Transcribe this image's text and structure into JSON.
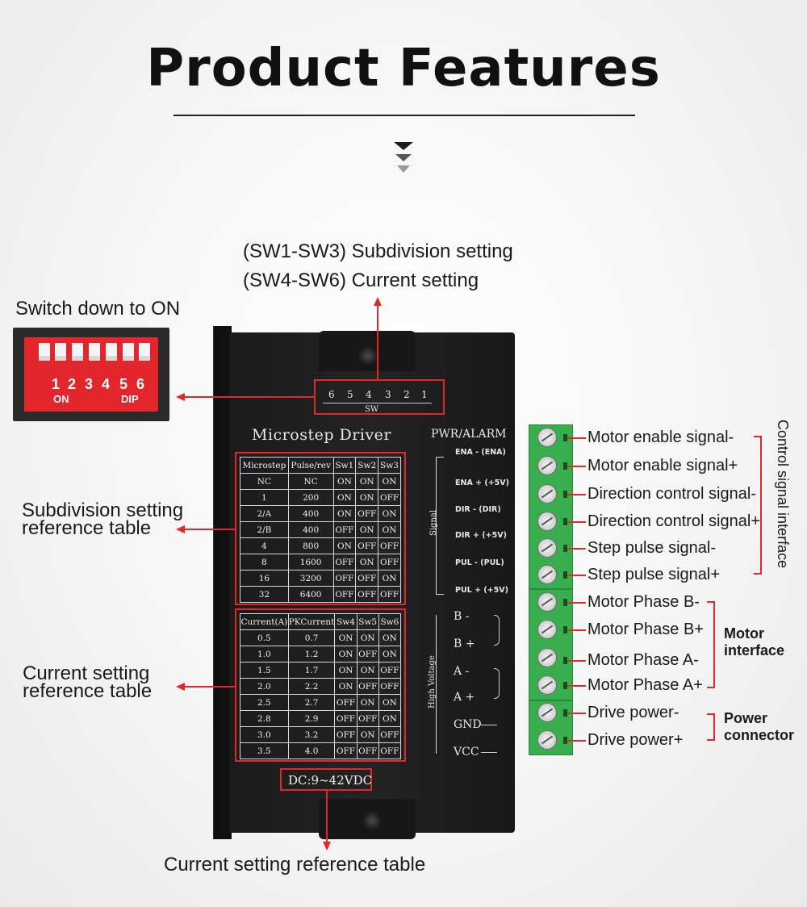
{
  "title": "Product Features",
  "annotations": {
    "subdivision_setting": "(SW1-SW3) Subdivision setting",
    "current_setting": "(SW4-SW6) Current setting",
    "switch_down": "Switch down to ON",
    "subdiv_ref_1": "Subdivision setting",
    "subdiv_ref_2": "reference table",
    "current_ref_1": "Current setting",
    "current_ref_2": "reference table",
    "bottom_label": "Current setting reference table"
  },
  "dip_switch": {
    "numbers": [
      "1",
      "2",
      "3",
      "4",
      "5",
      "6"
    ],
    "on_label": "ON",
    "dip_label": "DIP",
    "colors": {
      "housing": "#e3262c",
      "frame": "#2a2a2a"
    }
  },
  "driver": {
    "sw_numbers": [
      "6",
      "5",
      "4",
      "3",
      "2",
      "1"
    ],
    "sw_label": "SW",
    "name": "Microstep Driver",
    "pwr_alarm": "PWR/ALARM",
    "signal_group": "Signal",
    "hv_group": "High Voltage",
    "power_spec": "DC:9~42VDC",
    "signal_terminals": [
      "ENA - (ENA)",
      "ENA + (+5V)",
      "DIR - (DIR)",
      "DIR + (+5V)",
      "PUL - (PUL)",
      "PUL + (+5V)"
    ],
    "hv_terminals": [
      "B -",
      "B +",
      "A -",
      "A +",
      "GND",
      "VCC"
    ]
  },
  "microstep_table": {
    "headers": [
      "Microstep",
      "Pulse/rev",
      "Sw1",
      "Sw2",
      "Sw3"
    ],
    "rows": [
      [
        "NC",
        "NC",
        "ON",
        "ON",
        "ON"
      ],
      [
        "1",
        "200",
        "ON",
        "ON",
        "OFF"
      ],
      [
        "2/A",
        "400",
        "ON",
        "OFF",
        "ON"
      ],
      [
        "2/B",
        "400",
        "OFF",
        "ON",
        "ON"
      ],
      [
        "4",
        "800",
        "ON",
        "OFF",
        "OFF"
      ],
      [
        "8",
        "1600",
        "OFF",
        "ON",
        "OFF"
      ],
      [
        "16",
        "3200",
        "OFF",
        "OFF",
        "ON"
      ],
      [
        "32",
        "6400",
        "OFF",
        "OFF",
        "OFF"
      ]
    ]
  },
  "current_table": {
    "headers": [
      "Current(A)",
      "PKCurrent",
      "Sw4",
      "Sw5",
      "Sw6"
    ],
    "rows": [
      [
        "0.5",
        "0.7",
        "ON",
        "ON",
        "ON"
      ],
      [
        "1.0",
        "1.2",
        "ON",
        "OFF",
        "ON"
      ],
      [
        "1.5",
        "1.7",
        "ON",
        "ON",
        "OFF"
      ],
      [
        "2.0",
        "2.2",
        "ON",
        "OFF",
        "OFF"
      ],
      [
        "2.5",
        "2.7",
        "OFF",
        "ON",
        "ON"
      ],
      [
        "2.8",
        "2.9",
        "OFF",
        "OFF",
        "ON"
      ],
      [
        "3.0",
        "3.2",
        "OFF",
        "ON",
        "OFF"
      ],
      [
        "3.5",
        "4.0",
        "OFF",
        "OFF",
        "OFF"
      ]
    ]
  },
  "terminals": [
    "Motor enable signal-",
    "Motor enable signal+",
    "Direction control signal-",
    "Direction control signal+",
    "Step pulse signal-",
    "Step pulse signal+",
    "Motor Phase B-",
    "Motor Phase B+",
    "Motor Phase A-",
    "Motor Phase A+",
    "Drive power-",
    "Drive power+"
  ],
  "groups": {
    "control": "Control signal interface",
    "motor_1": "Motor",
    "motor_2": "interface",
    "power_1": "Power",
    "power_2": "connector"
  },
  "colors": {
    "accent": "#e02a2a",
    "terminal_green": "#39ae4e",
    "driver_body": "#1b1b1b"
  }
}
